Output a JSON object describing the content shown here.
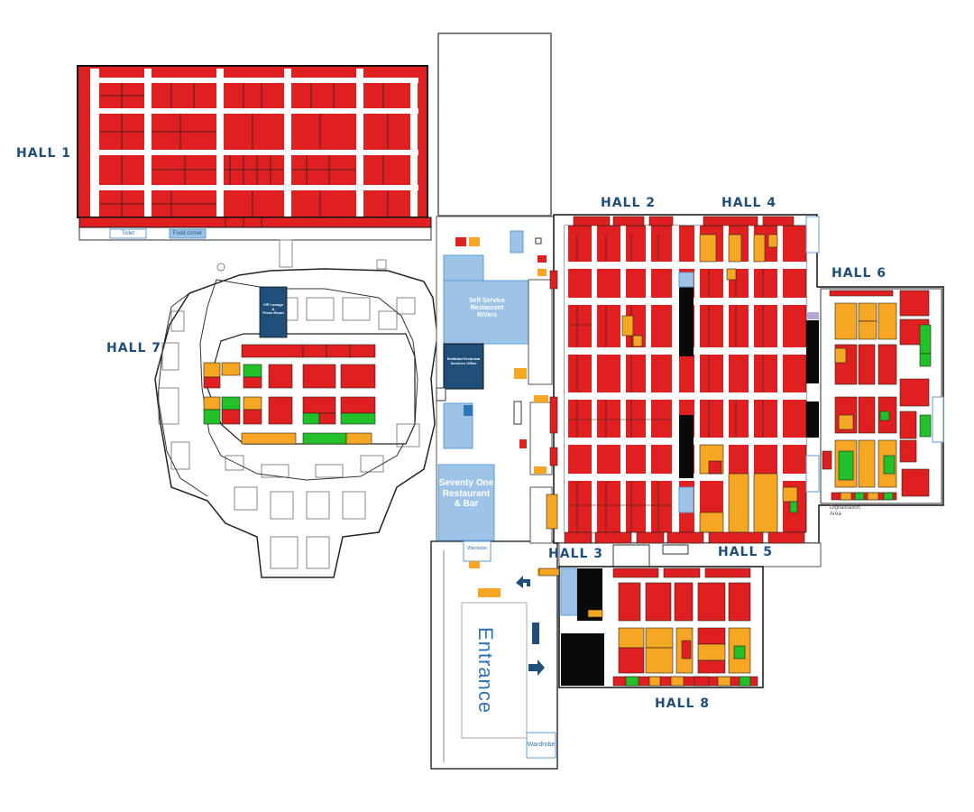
{
  "halls": {
    "hall1": "HALL 1",
    "hall2": "HALL 2",
    "hall3": "HALL 3",
    "hall4": "HALL 4",
    "hall5": "HALL 5",
    "hall6": "HALL 6",
    "hall7": "HALL 7",
    "hall8": "HALL 8"
  },
  "areas": {
    "self_service_line1": "Self Service",
    "self_service_line2": "Restaurant",
    "self_service_line3": "RIVers",
    "seventy_one_line1": "Seventy One",
    "seventy_one_line2": "Restaurant",
    "seventy_one_line3": "& Bar",
    "entrance": "Entrance",
    "wardrobe": "Wardrobe",
    "wardrobe_small": "Wardrobe",
    "toilet": "Toilet",
    "food_corner": "Food corner",
    "exhibitor_office_line1": "Exhibitor/Technical",
    "exhibitor_office_line2": "Services Office",
    "vip_line1": "VIP Lounge",
    "vip_line2": "&",
    "vip_line3": "Press Room",
    "digitalisation_line1": "Digitalisation",
    "digitalisation_line2": "Area"
  },
  "colors": {
    "booth_red": "#e02020",
    "booth_orange": "#f5a623",
    "booth_green": "#22c12a",
    "booth_black": "#0a0a0a",
    "service_light_blue": "#9dc3e6",
    "service_dark_blue": "#1f4e79",
    "hall_label": "#1f4e79"
  }
}
